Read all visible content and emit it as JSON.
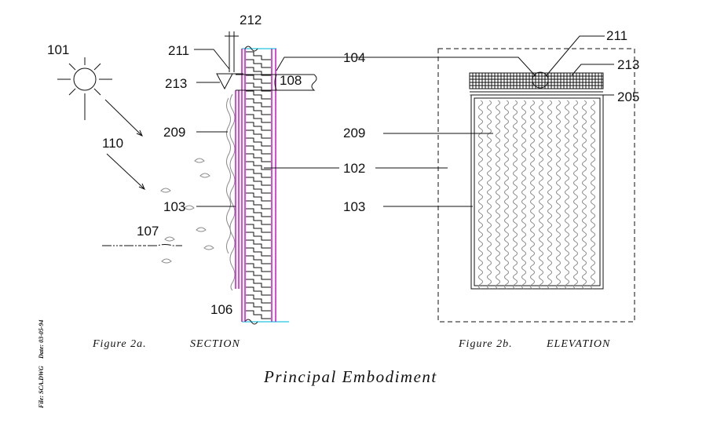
{
  "labels": {
    "l101": "101",
    "l110": "110",
    "l107": "107",
    "l212": "212",
    "l211_left": "211",
    "l213_left": "213",
    "l209_left": "209",
    "l103_left": "103",
    "l106": "106",
    "l104": "104",
    "l108": "108",
    "l102": "102",
    "l211_right": "211",
    "l213_right": "213",
    "l205": "205",
    "l209_right": "209",
    "l103_right": "103"
  },
  "captions": {
    "fig2a": "Figure 2a.",
    "section": "SECTION",
    "fig2b": "Figure 2b.",
    "elevation": "ELEVATION",
    "title": "Principal Embodiment"
  },
  "side_note": {
    "file": "File: SCA.DWG",
    "date": "Date: 03-05-94"
  },
  "colors": {
    "line": "#111111",
    "magenta": "#cc00cc",
    "cyan": "#22c8e0",
    "gray": "#8a8a8a"
  }
}
